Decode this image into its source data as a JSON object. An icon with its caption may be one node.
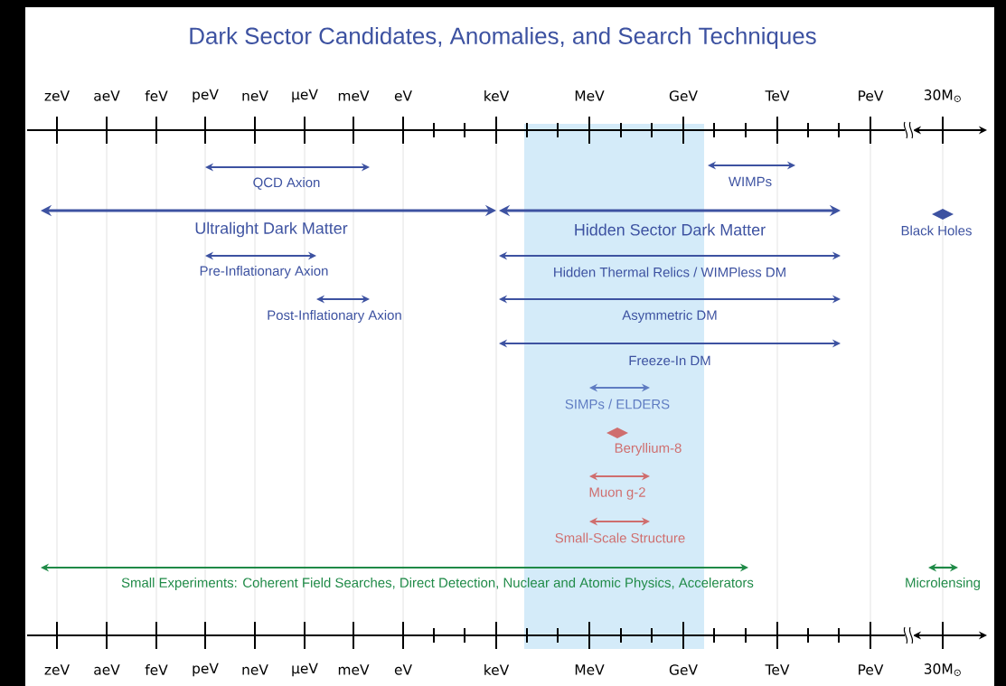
{
  "diagram": {
    "title": "Dark Sector Candidates, Anomalies, and Search Techniques",
    "labels": [
      "zeV",
      "aeV",
      "feV",
      "peV",
      "neV",
      "μeV",
      "meV",
      "eV",
      "keV",
      "MeV",
      "GeV",
      "TeV",
      "PeV",
      "30M$_{⊙}$",
      "QCD Axion",
      "WIMPs",
      "Ultralight Dark Matter",
      "Hidden Sector Dark Matter",
      "Black Holes",
      "Pre-Inflationary Axion",
      "Hidden Thermal Relics / WIMPless DM",
      "Post-Inflationary Axion",
      "Asymmetric DM",
      "Freeze-In DM",
      "SIMPs / ELDERS",
      "Beryllium-8",
      "Muon g-2",
      "Small-Scale Structure",
      "Small Experiments: Coherent Field Searches, Direct Detection, Nuclear and Atomic Physics, Accelerators",
      "Microlensing",
      "zeV",
      "aeV",
      "feV",
      "peV",
      "neV",
      "μeV",
      "meV",
      "eV",
      "keV",
      "MeV",
      "GeV",
      "TeV",
      "PeV",
      "30M$_{⊙}$"
    ]
  }
}
